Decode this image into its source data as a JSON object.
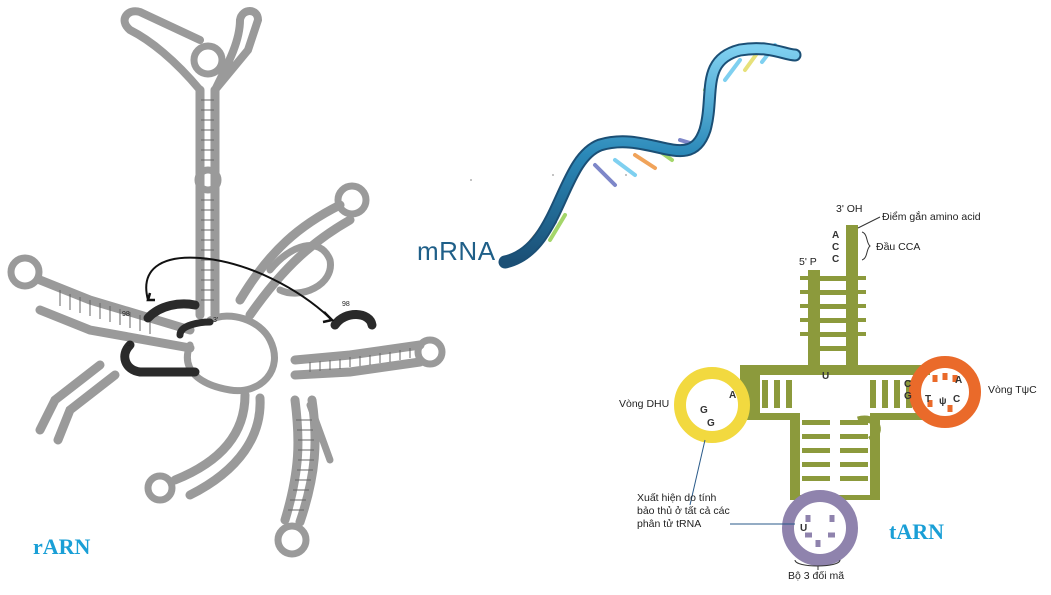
{
  "labels": {
    "rarn": "rARN",
    "mrna": "mRNA",
    "tarn": "tARN"
  },
  "rrna": {
    "pos_98_left": "98",
    "pos_98_right": "98",
    "pos_3_a": "3'",
    "pos_3_b": "3'"
  },
  "trna": {
    "three_oh": "3' OH",
    "five_p": "5' P",
    "amino_site": "Điểm gắn amino acid",
    "cca": "Đầu CCA",
    "dhu_loop": "Vòng DHU",
    "tpc_loop": "Vòng TψC",
    "conserved": "Xuất hiện do tính bảo thủ ở tất cả các phân tử tRNA",
    "anticodon": "Bộ 3 đối mã",
    "acceptor_letters": [
      "A",
      "C",
      "C"
    ],
    "dhu_letters": [
      "G",
      "G",
      "A"
    ],
    "tpc_letters": [
      "T",
      "ψ",
      "C",
      "A"
    ],
    "tpc_stem_letters": [
      "C",
      "G"
    ],
    "center_letter": "U",
    "anticodon_letter": "U"
  },
  "colors": {
    "stem": "#8c9a3c",
    "dhu": "#f2d93f",
    "tpc": "#ea6a2a",
    "anticodon": "#8f83ad",
    "helix": "#2a88b8",
    "label_blue": "#1a9fd6"
  }
}
